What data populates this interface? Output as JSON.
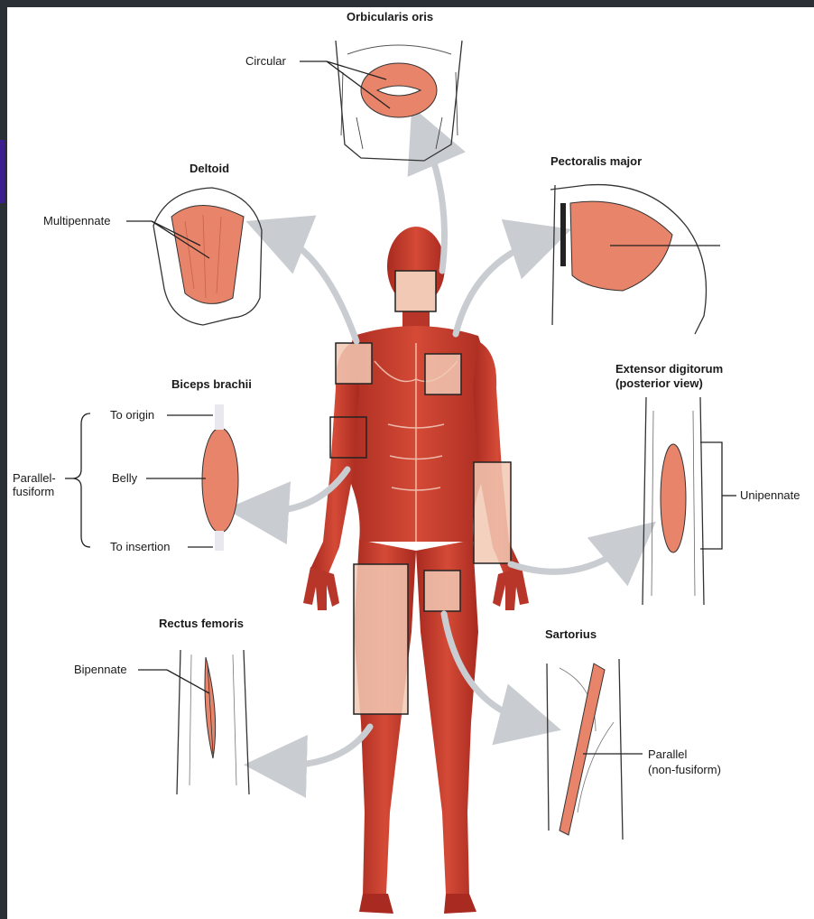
{
  "diagram": {
    "muscles": {
      "orbicularis_oris": {
        "title": "Orbicularis oris",
        "label": "Circular"
      },
      "deltoid": {
        "title": "Deltoid",
        "label": "Multipennate"
      },
      "pectoralis_major": {
        "title": "Pectoralis major"
      },
      "biceps_brachii": {
        "title": "Biceps brachii",
        "group_label_1": "Parallel-",
        "group_label_2": "fusiform",
        "to_origin": "To origin",
        "belly": "Belly",
        "to_insertion": "To insertion"
      },
      "extensor_digitorum": {
        "title_1": "Extensor digitorum",
        "title_2": "(posterior view)",
        "label": "Unipennate"
      },
      "rectus_femoris": {
        "title": "Rectus femoris",
        "label": "Bipennate"
      },
      "sartorius": {
        "title": "Sartorius",
        "label_1": "Parallel",
        "label_2": "(non-fusiform)"
      }
    },
    "colors": {
      "background": "#ffffff",
      "frame": "#2b2f36",
      "muscle_dark": "#c53a2e",
      "muscle_light": "#e8846a",
      "highlight": "#f2c9b4",
      "arrow": "#c9cdd2",
      "accent": "#3b1f8f"
    }
  }
}
